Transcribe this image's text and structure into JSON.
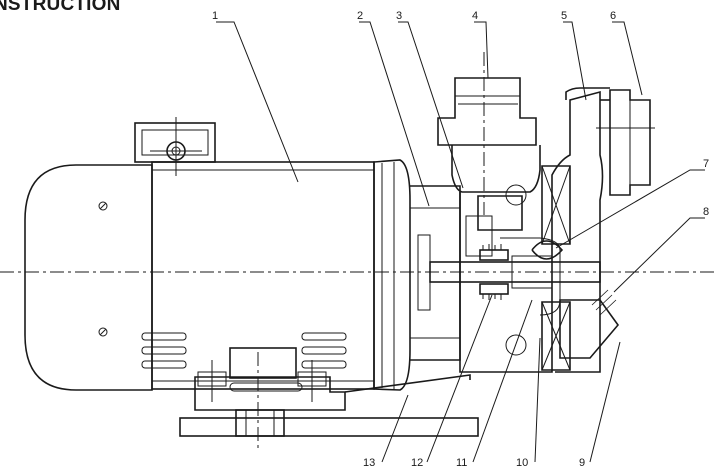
{
  "title": "NSTRUCTION",
  "callouts": [
    "1",
    "2",
    "3",
    "4",
    "5",
    "6",
    "7",
    "8",
    "9",
    "10",
    "11",
    "12",
    "13"
  ]
}
